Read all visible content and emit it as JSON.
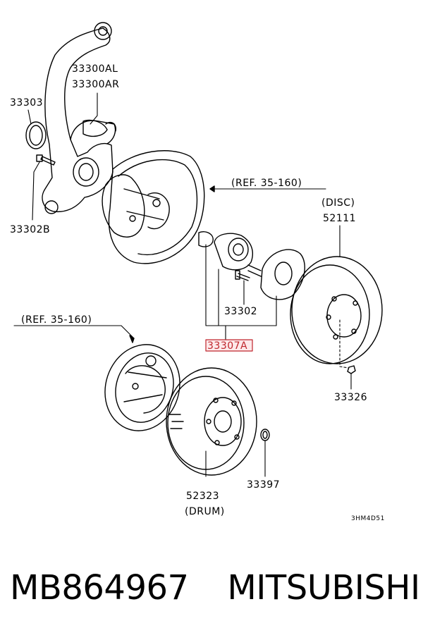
{
  "diagram": {
    "labels": {
      "p33300AL": "33300AL",
      "p33300AR": "33300AR",
      "p33303": "33303",
      "p33302B": "33302B",
      "ref_upper": "(REF. 35-160)",
      "disc_caption": "(DISC)",
      "p52111": "52111",
      "p33302": "33302",
      "p33307A": "33307A",
      "ref_lower": "(REF. 35-160)",
      "p33326": "33326",
      "p33397": "33397",
      "p52323": "52323",
      "drum_caption": "(DRUM)",
      "drawing_code": "3HM4D51"
    },
    "highlight_color": "#c0262d"
  },
  "footer": {
    "part_number": "MB864967",
    "brand": "MITSUBISHI"
  }
}
